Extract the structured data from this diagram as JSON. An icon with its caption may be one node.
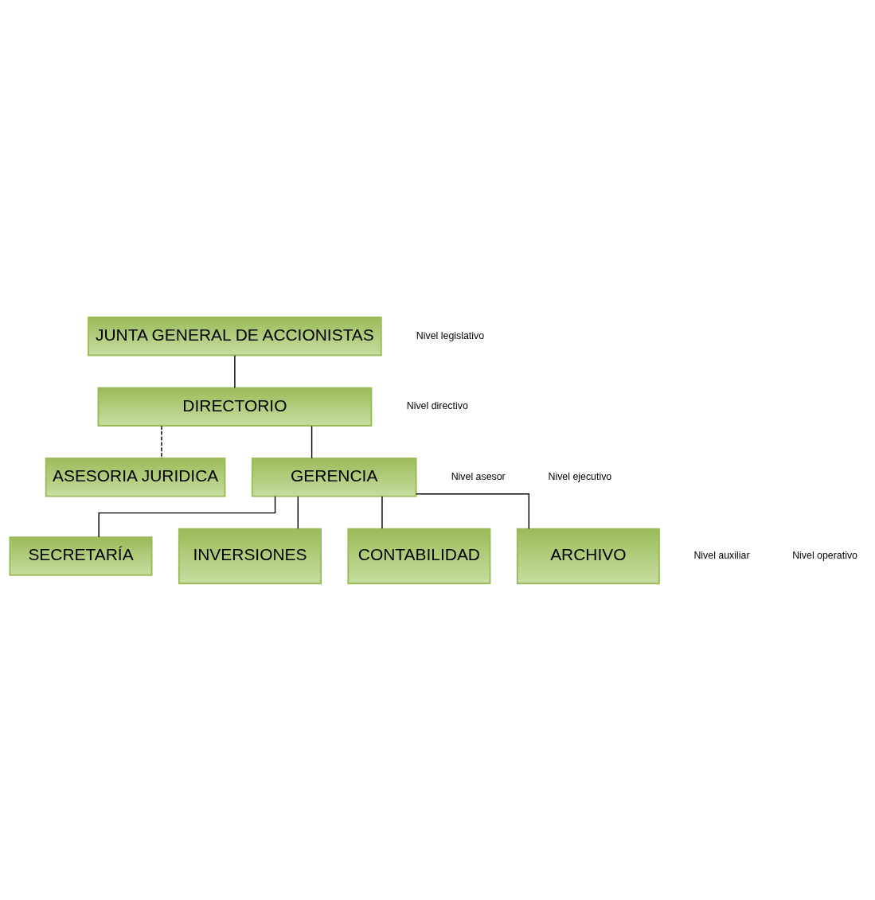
{
  "diagram": {
    "nodes": [
      {
        "text": [
          "JUNTA GENERAL DE ACCIONISTAS"
        ]
      },
      {
        "text": [
          "DIRECTORIO"
        ]
      },
      {
        "text": [
          "ASESORIA JURIDICA"
        ]
      },
      {
        "text": [
          "GERENCIA"
        ]
      },
      {
        "text": [
          "SECRETARÍA"
        ]
      },
      {
        "text": [
          "INVERSIONES"
        ]
      },
      {
        "text": [
          "CONTABILIDAD"
        ]
      },
      {
        "text": [
          "ARCHIVO"
        ]
      }
    ],
    "edges": [
      {
        "from": 0,
        "to": 1,
        "arrow": "none"
      },
      {
        "from": 1,
        "to": 3,
        "arrow": "none"
      },
      {
        "from": 1,
        "to": 2,
        "arrow": "none",
        "style": "dashed"
      },
      {
        "from": 3,
        "to": 4,
        "arrow": "none"
      },
      {
        "from": 3,
        "to": 5,
        "arrow": "none"
      },
      {
        "from": 3,
        "to": 6,
        "arrow": "none"
      },
      {
        "from": 3,
        "to": 7,
        "arrow": "none"
      }
    ],
    "labels": [
      "Nivel legislativo",
      "Nivel directivo",
      "Nivel asesor",
      "Nivel ejecutivo",
      "Nivel auxiliar",
      "Nivel operativo"
    ]
  }
}
